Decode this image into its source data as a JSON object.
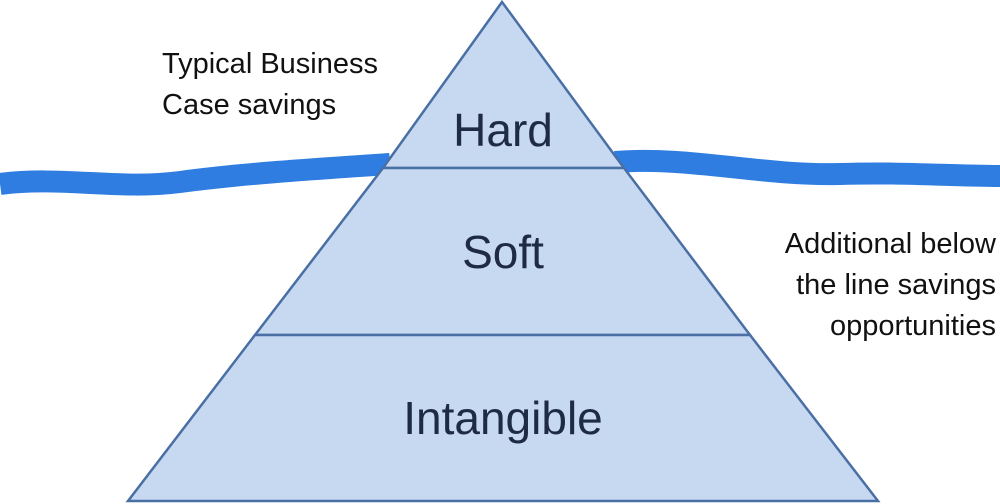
{
  "pyramid": {
    "tiers": [
      {
        "label": "Hard"
      },
      {
        "label": "Soft"
      },
      {
        "label": "Intangible"
      }
    ]
  },
  "notes": {
    "above_line": [
      "Typical Business",
      "Case savings"
    ],
    "below_line": [
      "Additional below",
      "the line savings",
      "opportunities"
    ]
  },
  "colors": {
    "tier_fill": "#c6d9f0",
    "tier_stroke": "#4a6fa5",
    "water_line": "#2f7de1",
    "text": "#1f2a44"
  }
}
